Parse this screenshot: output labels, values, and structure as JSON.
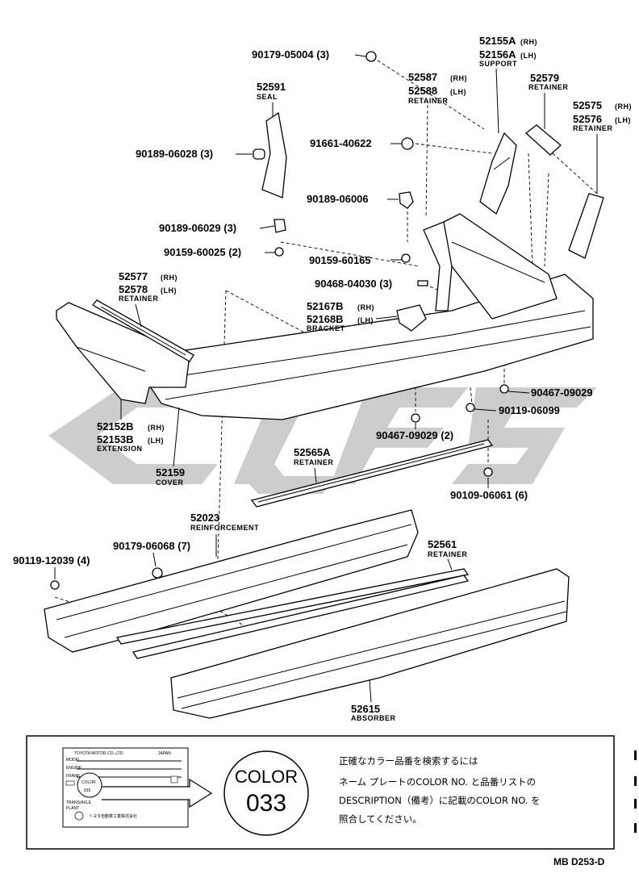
{
  "parts": [
    {
      "number": "90179-05004 (3)"
    },
    {
      "number": "52155A",
      "side": "(RH)",
      "number2": "52156A",
      "side2": "(LH)",
      "name": "SUPPORT"
    },
    {
      "number": "52591",
      "name": "SEAL"
    },
    {
      "number": "52587",
      "side": "(RH)",
      "number2": "52588",
      "side2": "(LH)",
      "name": "RETAINER"
    },
    {
      "number": "52579",
      "name": "RETAINER"
    },
    {
      "number": "52575",
      "side": "(RH)",
      "number2": "52576",
      "side2": "(LH)",
      "name": "RETAINER"
    },
    {
      "number": "90189-06028 (3)"
    },
    {
      "number": "91661-40622"
    },
    {
      "number": "90189-06006"
    },
    {
      "number": "90189-06029 (3)"
    },
    {
      "number": "90159-60025 (2)"
    },
    {
      "number": "90159-60165"
    },
    {
      "number": "90468-04030 (3)"
    },
    {
      "number": "52577",
      "side": "(RH)",
      "number2": "52578",
      "side2": "(LH)",
      "name": "RETAINER"
    },
    {
      "number": "52167B",
      "side": "(RH)",
      "number2": "52168B",
      "side2": "(LH)",
      "name": "BRACKET"
    },
    {
      "number": "90467-09029"
    },
    {
      "number": "90119-06099"
    },
    {
      "number": "52152B",
      "side": "(RH)",
      "number2": "52153B",
      "side2": "(LH)",
      "name": "EXTENSION"
    },
    {
      "number": "90467-09029 (2)"
    },
    {
      "number": "52159",
      "name": "COVER"
    },
    {
      "number": "52565A",
      "name": "RETAINER"
    },
    {
      "number": "90109-06061 (6)"
    },
    {
      "number": "52023",
      "name": "REINFORCEMENT"
    },
    {
      "number": "90179-06068 (7)"
    },
    {
      "number": "52561",
      "name": "RETAINER"
    },
    {
      "number": "90119-12039 (4)"
    },
    {
      "number": "52615",
      "name": "ABSORBER"
    }
  ],
  "name_plate": {
    "maker": "TOYOTA MOTOR CO.,LTD.",
    "country": "JAPAN",
    "rows": [
      "MODEL",
      "ENGINE",
      "FRAME"
    ],
    "color_label": "COLOR",
    "color_code": "033",
    "rows2": [
      "TRANS/AXLE",
      "PLANT"
    ],
    "footer": "トヨタ自動車工業株式会社"
  },
  "color_badge": {
    "label": "COLOR",
    "code": "033"
  },
  "note_lines": [
    "正確なカラー品番を検索するには",
    "ネーム プレートのCOLOR NO. と品番リストの",
    "DESCRIPTION（備考）に記載のCOLOR NO. を",
    "照合してください。"
  ],
  "reference": "MB D253-D"
}
